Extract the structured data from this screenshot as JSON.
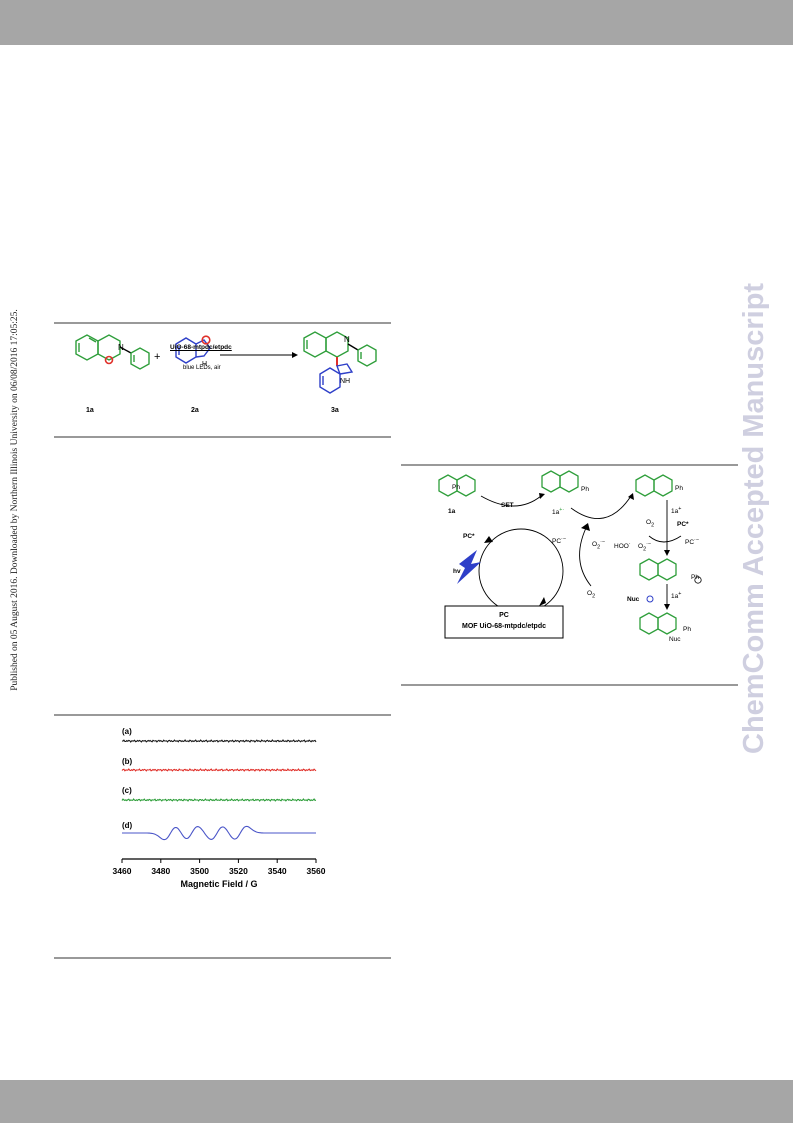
{
  "side_text": "Published on 05 August 2016. Downloaded by Northern Illinois University on 06/08/2016 17:05:25.",
  "watermark": "ChemComm Accepted Manuscript",
  "scheme": {
    "compound_labels": [
      "1a",
      "2a",
      "3a"
    ],
    "catalyst": "UiO-68-mtpdc/etpdc",
    "conditions": "blue LEDs, air",
    "plus": "+",
    "nh": "NH"
  },
  "mechanism": {
    "set": "SET",
    "label_1a": "1a",
    "radical_cation": "1a",
    "radical_cation_sup": "+·",
    "pc_star_left": "PC*",
    "pc_radical_anion": "PC",
    "pc_radical_anion_sup": "·−",
    "superoxide": "O",
    "superoxide_sub": "2",
    "superoxide_sup": "·−",
    "o2": "O",
    "o2_sub": "2",
    "hv": "hv",
    "hoo": "HOO",
    "hoo_sup": "·",
    "o2_superoxide_right": "O",
    "o2_superoxide_right_sub": "2",
    "o2_superoxide_right_sup": "·−",
    "o2_right": "O",
    "o2_right_sub": "2",
    "pc_star_right": "PC*",
    "pc_anion_right": "PC",
    "pc_anion_right_sup": "·−",
    "one_a_plus_1": "1a",
    "one_a_plus_1_sup": "+",
    "one_a_plus_2": "1a",
    "one_a_plus_2_sup": "+",
    "nuc_minus": "Nuc",
    "ph": "Ph",
    "nuc": "Nuc",
    "box_line1": "PC",
    "box_line2": "MOF UiO-68-mtpdc/etpdc"
  },
  "chart_data": {
    "type": "line",
    "xlabel": "Magnetic Field / G",
    "xlim": [
      3460,
      3560
    ],
    "x_ticks": [
      "3460",
      "3480",
      "3500",
      "3520",
      "3540",
      "3560"
    ],
    "series": [
      {
        "name": "(a)",
        "color": "#1a1a1a"
      },
      {
        "name": "(b)",
        "color": "#e0302a"
      },
      {
        "name": "(c)",
        "color": "#2e9e3a"
      },
      {
        "name": "(d)",
        "color": "#4a55c8"
      }
    ],
    "d_peaks": [
      {
        "field": 3485,
        "type": "derivative"
      },
      {
        "field": 3496,
        "type": "derivative"
      },
      {
        "field": 3509,
        "type": "derivative"
      },
      {
        "field": 3521,
        "type": "derivative"
      }
    ]
  }
}
